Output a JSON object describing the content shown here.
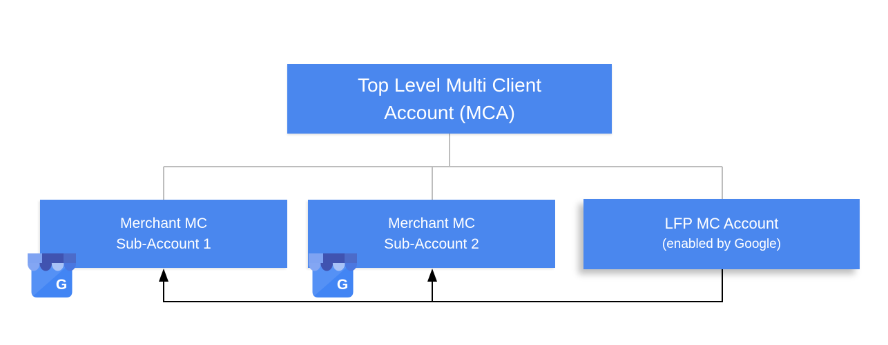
{
  "colors": {
    "box_blue": "#4a87ee",
    "box_text": "#ffffff",
    "tree_line": "#bdbdbd",
    "arrow": "#000000",
    "gmb_body": "#4285f4",
    "gmb_light": "#83a6f3",
    "gmb_dark": "#4053b0",
    "gmb_lighter": "#a8c2f7",
    "gmb_mid": "#4a77e0",
    "gmb_band_light": "#7fa3f2",
    "gmb_band_right": "#4c6bc9"
  },
  "diagram": {
    "root": {
      "line1": "Top Level Multi Client",
      "line2": "Account (MCA)"
    },
    "nodes": [
      {
        "line1": "Merchant MC",
        "line2": "Sub-Account 1",
        "icon": "google-business-profile"
      },
      {
        "line1": "Merchant MC",
        "line2": "Sub-Account 2",
        "icon": "google-business-profile"
      },
      {
        "line1": "LFP MC Account",
        "line2": "(enabled by Google)"
      }
    ],
    "icon_g_letter": "G"
  }
}
